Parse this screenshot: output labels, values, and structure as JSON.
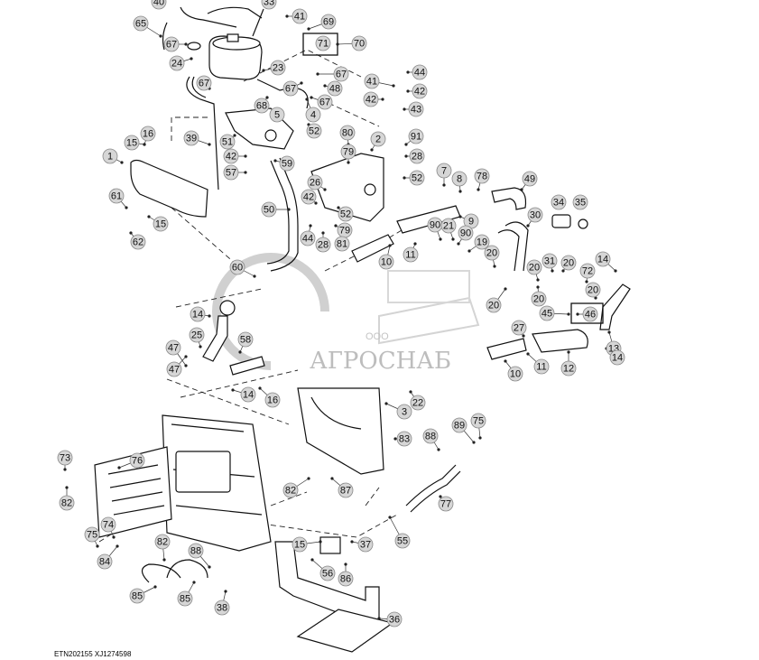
{
  "footer_code": "ETN202155  XJ1274598",
  "watermark": {
    "name": "АГРОСНАБ",
    "prefix": "ООО"
  },
  "colors": {
    "callout_fill": "#d6d6d6",
    "callout_stroke": "#888888",
    "line": "#111111",
    "watermark": "#bdbdbd"
  },
  "callouts": [
    {
      "text": "40"
    },
    {
      "text": "33"
    },
    {
      "text": "65"
    },
    {
      "text": "41"
    },
    {
      "text": "69"
    },
    {
      "text": "67"
    },
    {
      "text": "71"
    },
    {
      "text": "70"
    },
    {
      "text": "24"
    },
    {
      "text": "23"
    },
    {
      "text": "67"
    },
    {
      "text": "67"
    },
    {
      "text": "44"
    },
    {
      "text": "67"
    },
    {
      "text": "41"
    },
    {
      "text": "48"
    },
    {
      "text": "42"
    },
    {
      "text": "42"
    },
    {
      "text": "67"
    },
    {
      "text": "68"
    },
    {
      "text": "5"
    },
    {
      "text": "4"
    },
    {
      "text": "43"
    },
    {
      "text": "16"
    },
    {
      "text": "39"
    },
    {
      "text": "52"
    },
    {
      "text": "15"
    },
    {
      "text": "51"
    },
    {
      "text": "80"
    },
    {
      "text": "91"
    },
    {
      "text": "42"
    },
    {
      "text": "79"
    },
    {
      "text": "2"
    },
    {
      "text": "1"
    },
    {
      "text": "28"
    },
    {
      "text": "57"
    },
    {
      "text": "59"
    },
    {
      "text": "7"
    },
    {
      "text": "52"
    },
    {
      "text": "26"
    },
    {
      "text": "8"
    },
    {
      "text": "78"
    },
    {
      "text": "49"
    },
    {
      "text": "61"
    },
    {
      "text": "42"
    },
    {
      "text": "50"
    },
    {
      "text": "52"
    },
    {
      "text": "34"
    },
    {
      "text": "35"
    },
    {
      "text": "15"
    },
    {
      "text": "79"
    },
    {
      "text": "9"
    },
    {
      "text": "30"
    },
    {
      "text": "90"
    },
    {
      "text": "21"
    },
    {
      "text": "62"
    },
    {
      "text": "44"
    },
    {
      "text": "28"
    },
    {
      "text": "81"
    },
    {
      "text": "90"
    },
    {
      "text": "19"
    },
    {
      "text": "10"
    },
    {
      "text": "11"
    },
    {
      "text": "20"
    },
    {
      "text": "20"
    },
    {
      "text": "31"
    },
    {
      "text": "20"
    },
    {
      "text": "60"
    },
    {
      "text": "14"
    },
    {
      "text": "72"
    },
    {
      "text": "20"
    },
    {
      "text": "20"
    },
    {
      "text": "20"
    },
    {
      "text": "14"
    },
    {
      "text": "45"
    },
    {
      "text": "46"
    },
    {
      "text": "25"
    },
    {
      "text": "58"
    },
    {
      "text": "27"
    },
    {
      "text": "47"
    },
    {
      "text": "13"
    },
    {
      "text": "11"
    },
    {
      "text": "14"
    },
    {
      "text": "10"
    },
    {
      "text": "12"
    },
    {
      "text": "47"
    },
    {
      "text": "14"
    },
    {
      "text": "16"
    },
    {
      "text": "22"
    },
    {
      "text": "3"
    },
    {
      "text": "83"
    },
    {
      "text": "88"
    },
    {
      "text": "89"
    },
    {
      "text": "75"
    },
    {
      "text": "73"
    },
    {
      "text": "76"
    },
    {
      "text": "82"
    },
    {
      "text": "82"
    },
    {
      "text": "87"
    },
    {
      "text": "77"
    },
    {
      "text": "75"
    },
    {
      "text": "74"
    },
    {
      "text": "84"
    },
    {
      "text": "82"
    },
    {
      "text": "88"
    },
    {
      "text": "55"
    },
    {
      "text": "15"
    },
    {
      "text": "37"
    },
    {
      "text": "56"
    },
    {
      "text": "86"
    },
    {
      "text": "85"
    },
    {
      "text": "85"
    },
    {
      "text": "38"
    },
    {
      "text": "36"
    }
  ]
}
